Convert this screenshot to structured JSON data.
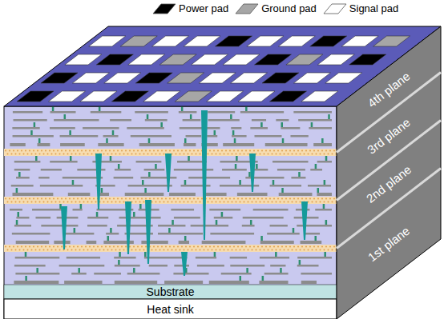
{
  "diagram": {
    "nodes": [
      {
        "text": [
          "Substrate"
        ]
      },
      {
        "text": [
          "Heat sink"
        ]
      }
    ],
    "labels": [
      "4th plane",
      "3rd plane",
      "2nd plane",
      "1st plane"
    ],
    "legend": [
      {
        "text": "Power pad",
        "color": "#000000"
      },
      {
        "text": "Ground pad",
        "color": "#a6a6a6"
      },
      {
        "text": "Signal pad",
        "color": "#ffffff"
      }
    ]
  }
}
